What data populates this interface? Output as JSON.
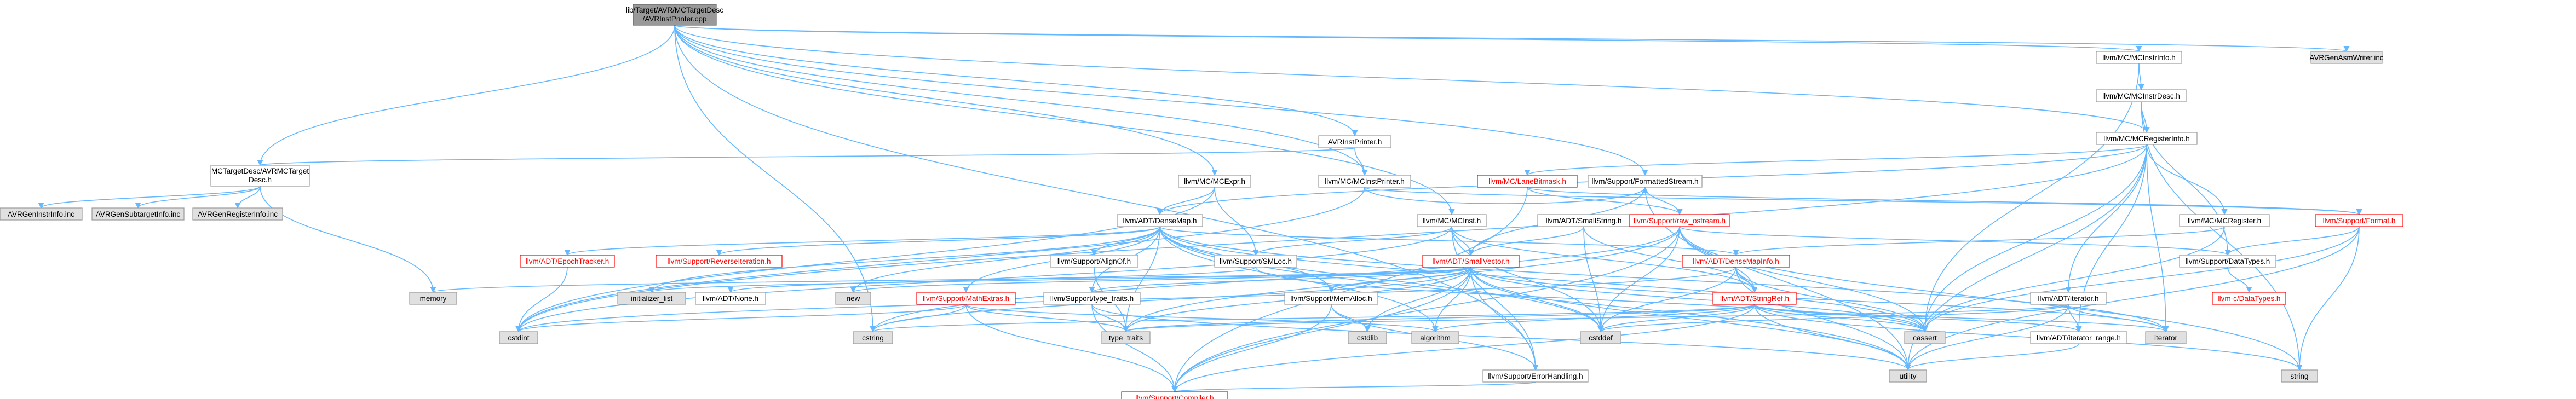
{
  "root": {
    "line1": "lib/Target/AVR/MCTargetDesc",
    "line2": "/AVRInstPrinter.cpp"
  },
  "nodes": {
    "n_mctargetdesc": {
      "line1": "MCTargetDesc/AVRMCTarget",
      "line2": "Desc.h"
    },
    "n_avrinstprinter_h": {
      "line1": "AVRInstPrinter.h"
    },
    "n_avrgenasmwriter": {
      "line1": "AVRGenAsmWriter.inc"
    },
    "n_mcinstinfo": {
      "line1": "llvm/MC/MCInstrInfo.h"
    },
    "n_mcinstrdesc": {
      "line1": "llvm/MC/MCInstrDesc.h"
    },
    "n_mcreginfo": {
      "line1": "llvm/MC/MCRegisterInfo.h"
    },
    "n_avrgeninstrinfo": {
      "line1": "AVRGenInstrInfo.inc"
    },
    "n_avrgensubtarget": {
      "line1": "AVRGenSubtargetInfo.inc"
    },
    "n_avrgenregister": {
      "line1": "AVRGenRegisterInfo.inc"
    },
    "n_mcexpr": {
      "line1": "llvm/MC/MCExpr.h"
    },
    "n_mcinstprinter": {
      "line1": "llvm/MC/MCInstPrinter.h"
    },
    "n_laneb": {
      "line1": "llvm/MC/LaneBitmask.h"
    },
    "n_formatted": {
      "line1": "llvm/Support/FormattedStream.h"
    },
    "n_mcinst": {
      "line1": "llvm/MC/MCInst.h"
    },
    "n_smallstring": {
      "line1": "llvm/ADT/SmallString.h"
    },
    "n_rawostream": {
      "line1": "llvm/Support/raw_ostream.h"
    },
    "n_mcregister": {
      "line1": "llvm/MC/MCRegister.h"
    },
    "n_format": {
      "line1": "llvm/Support/Format.h"
    },
    "n_densemap": {
      "line1": "llvm/ADT/DenseMap.h"
    },
    "n_epoch": {
      "line1": "llvm/ADT/EpochTracker.h"
    },
    "n_reverseiter": {
      "line1": "llvm/Support/ReverseIteration.h"
    },
    "n_alignof": {
      "line1": "llvm/Support/AlignOf.h"
    },
    "n_smloc": {
      "line1": "llvm/Support/SMLoc.h"
    },
    "n_smallvector": {
      "line1": "llvm/ADT/SmallVector.h"
    },
    "n_densemapinfo": {
      "line1": "llvm/ADT/DenseMapInfo.h"
    },
    "n_datatypes": {
      "line1": "llvm/Support/DataTypes.h"
    },
    "n_cdatatypes": {
      "line1": "llvm-c/DataTypes.h"
    },
    "n_memory": {
      "line1": "memory"
    },
    "n_initlist": {
      "line1": "initializer_list"
    },
    "n_none": {
      "line1": "llvm/ADT/None.h"
    },
    "n_new": {
      "line1": "new"
    },
    "n_mathextras": {
      "line1": "llvm/Support/MathExtras.h"
    },
    "n_typetraits_llvm": {
      "line1": "llvm/Support/type_traits.h"
    },
    "n_memalloc": {
      "line1": "llvm/Support/MemAlloc.h"
    },
    "n_stringref": {
      "line1": "llvm/ADT/StringRef.h"
    },
    "n_iterator_llvm": {
      "line1": "llvm/ADT/iterator.h"
    },
    "n_iterrange": {
      "line1": "llvm/ADT/iterator_range.h"
    },
    "n_errhandling": {
      "line1": "llvm/Support/ErrorHandling.h"
    },
    "n_compiler": {
      "line1": "llvm/Support/Compiler.h"
    },
    "n_cstdint": {
      "line1": "cstdint"
    },
    "n_cstring": {
      "line1": "cstring"
    },
    "n_typetraits": {
      "line1": "type_traits"
    },
    "n_cstdlib": {
      "line1": "cstdlib"
    },
    "n_algorithm": {
      "line1": "algorithm"
    },
    "n_cstddef": {
      "line1": "cstddef"
    },
    "n_cassert": {
      "line1": "cassert"
    },
    "n_iterator": {
      "line1": "iterator"
    },
    "n_utility": {
      "line1": "utility"
    },
    "n_string": {
      "line1": "string"
    }
  },
  "colors": {
    "edge": "#63b8ff",
    "node_border": "#999999",
    "root_fill": "#999999",
    "system_fill": "#e0e0e0",
    "doc_fill": "#ffffff",
    "incomplete_border": "#ff0000",
    "incomplete_text": "#ff0000"
  }
}
